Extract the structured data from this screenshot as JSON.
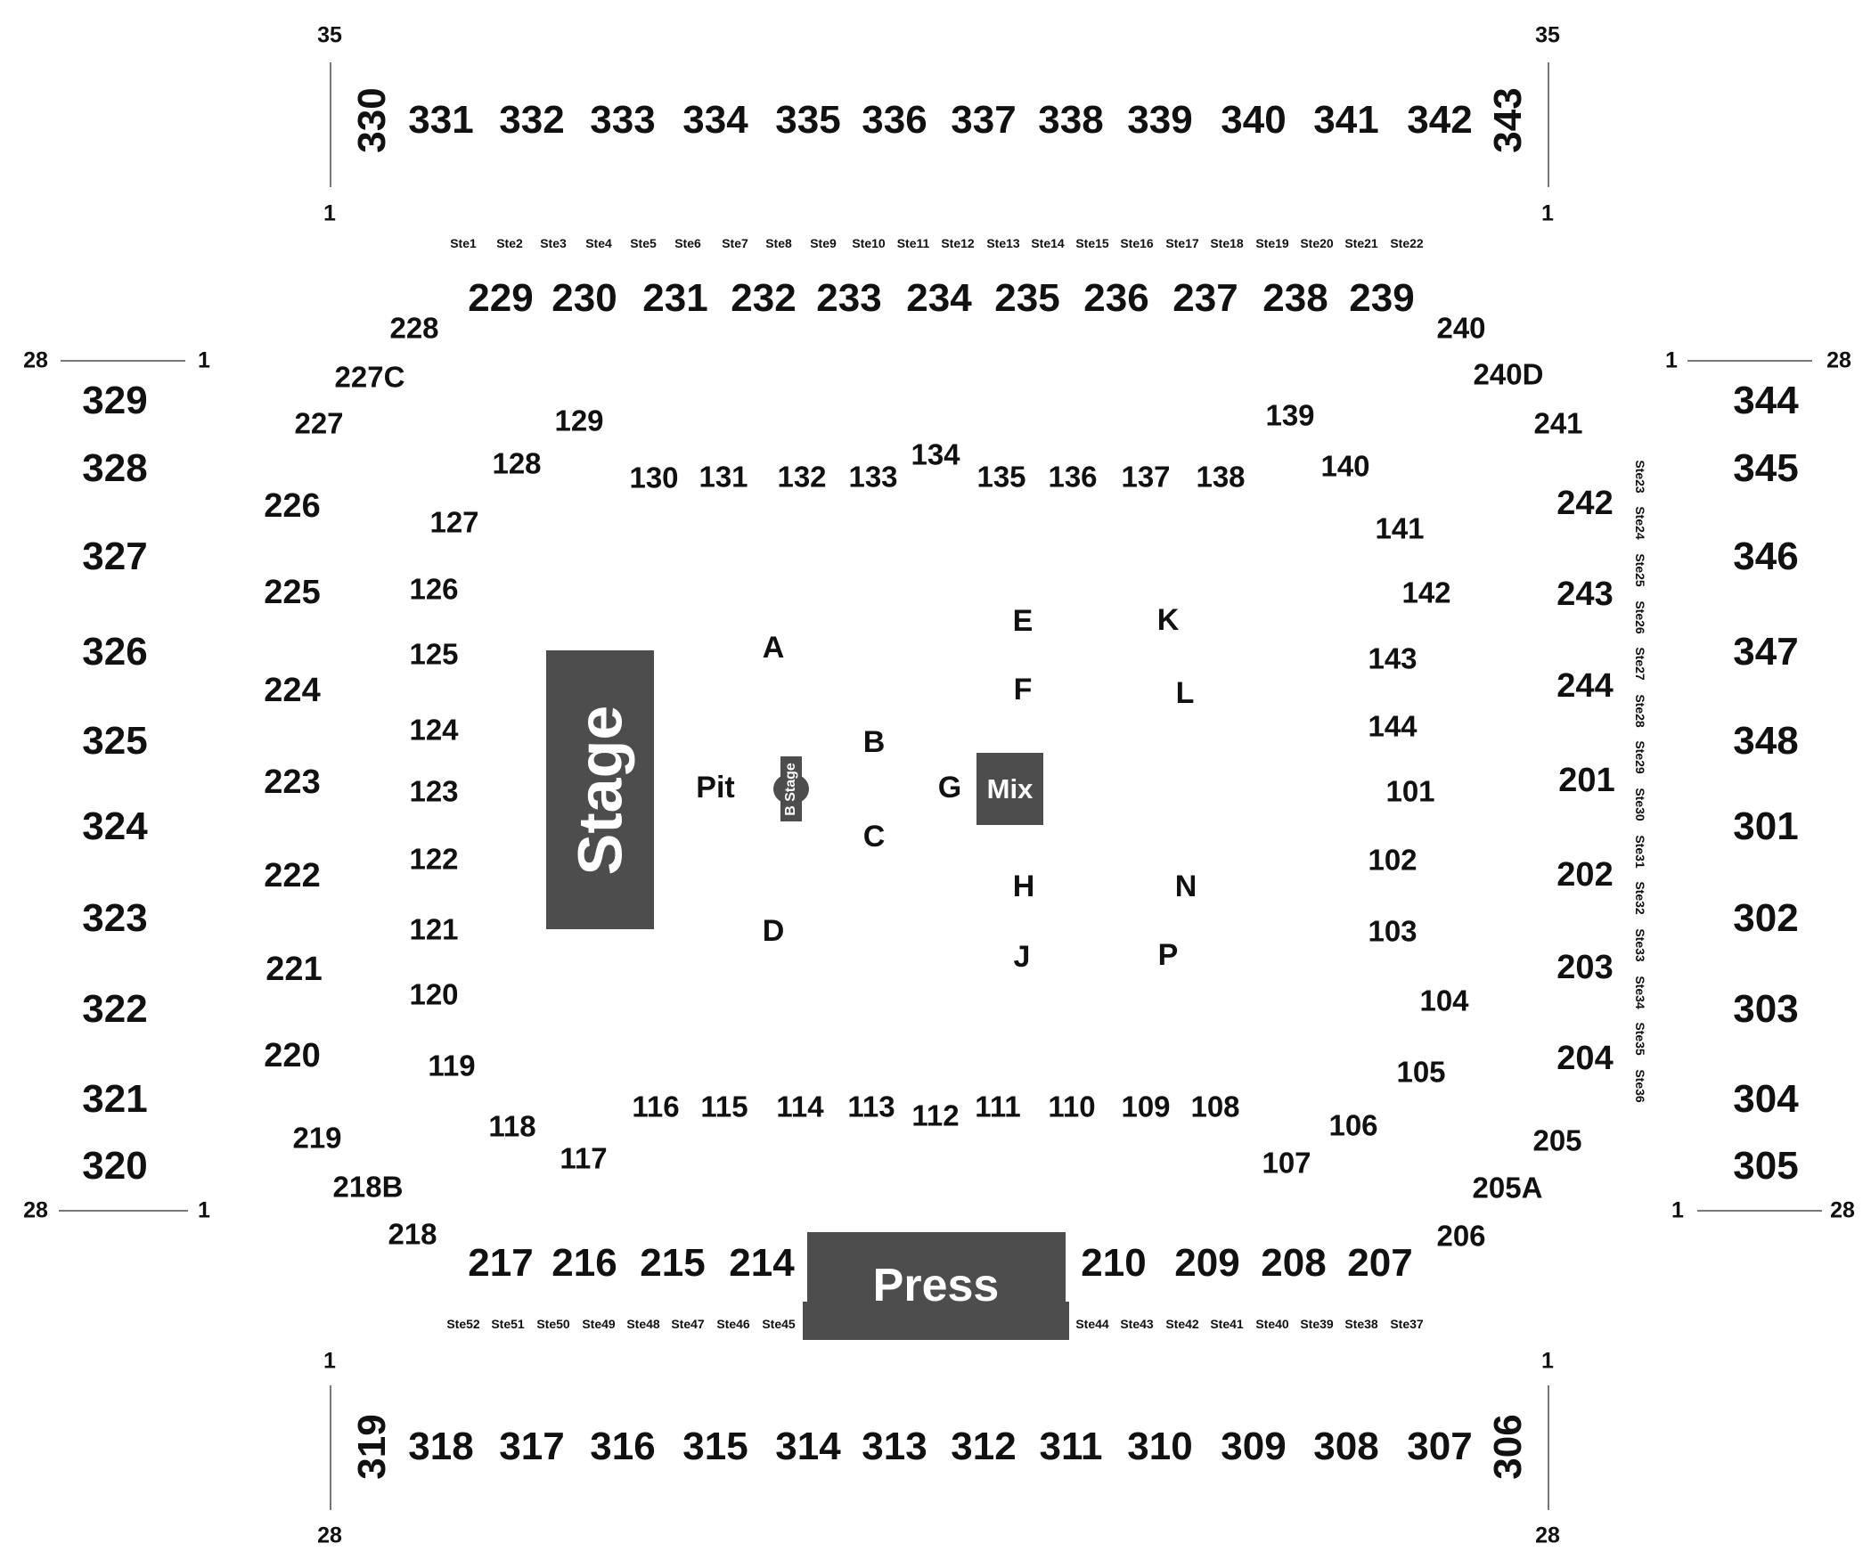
{
  "venue_map": {
    "stage_label": "Stage",
    "press_label": "Press",
    "mix_label": "Mix",
    "bstage_label": "B Stage",
    "pit_label": "Pit",
    "colors": {
      "block": "#4d4d4d",
      "text": "#111111",
      "line": "#777777"
    },
    "row_markers": {
      "top_left_top": "35",
      "top_left_bottom": "1",
      "top_right_top": "35",
      "top_right_bottom": "1",
      "bottom_left_top": "1",
      "bottom_left_bottom": "28",
      "bottom_right_top": "1",
      "bottom_right_bottom": "28",
      "left_upper_outer": "28",
      "left_upper_inner": "1",
      "right_upper_inner": "1",
      "right_upper_outer": "28",
      "left_lower_outer": "28",
      "left_lower_inner": "1",
      "right_lower_inner": "1",
      "right_lower_outer": "28"
    },
    "upper_top": [
      "330",
      "331",
      "332",
      "333",
      "334",
      "335",
      "336",
      "337",
      "338",
      "339",
      "340",
      "341",
      "342",
      "343"
    ],
    "upper_bottom": [
      "319",
      "318",
      "317",
      "316",
      "315",
      "314",
      "313",
      "312",
      "311",
      "310",
      "309",
      "308",
      "307",
      "306"
    ],
    "upper_left": [
      "329",
      "328",
      "327",
      "326",
      "325",
      "324",
      "323",
      "322",
      "321",
      "320"
    ],
    "upper_right": [
      "344",
      "345",
      "346",
      "347",
      "348",
      "301",
      "302",
      "303",
      "304",
      "305"
    ],
    "mid_top": [
      "229",
      "230",
      "231",
      "232",
      "233",
      "234",
      "235",
      "236",
      "237",
      "238",
      "239"
    ],
    "mid_bottom": [
      "217",
      "216",
      "215",
      "214",
      "210",
      "209",
      "208",
      "207"
    ],
    "mid_left": [
      "228",
      "227C",
      "227",
      "226",
      "225",
      "224",
      "223",
      "222",
      "221",
      "220",
      "219",
      "218B",
      "218"
    ],
    "mid_right": [
      "240",
      "240D",
      "241",
      "242",
      "243",
      "244",
      "201",
      "202",
      "203",
      "204",
      "205",
      "205A",
      "206"
    ],
    "floor_top": [
      "130",
      "131",
      "132",
      "133",
      "134",
      "135",
      "136",
      "137",
      "138"
    ],
    "floor_bottom": [
      "116",
      "115",
      "114",
      "113",
      "112",
      "111",
      "110",
      "109",
      "108"
    ],
    "floor_left": [
      "129",
      "128",
      "127",
      "126",
      "125",
      "124",
      "123",
      "122",
      "121",
      "120",
      "119",
      "118",
      "117"
    ],
    "floor_right": [
      "139",
      "140",
      "141",
      "142",
      "143",
      "144",
      "101",
      "102",
      "103",
      "104",
      "105",
      "106",
      "107"
    ],
    "floor_sections": [
      "A",
      "B",
      "C",
      "D",
      "E",
      "F",
      "G",
      "H",
      "J",
      "K",
      "L",
      "N",
      "P"
    ],
    "suites_top": [
      "Ste1",
      "Ste2",
      "Ste3",
      "Ste4",
      "Ste5",
      "Ste6",
      "Ste7",
      "Ste8",
      "Ste9",
      "Ste10",
      "Ste11",
      "Ste12",
      "Ste13",
      "Ste14",
      "Ste15",
      "Ste16",
      "Ste17",
      "Ste18",
      "Ste19",
      "Ste20",
      "Ste21",
      "Ste22"
    ],
    "suites_right": [
      "Ste23",
      "Ste24",
      "Ste25",
      "Ste26",
      "Ste27",
      "Ste28",
      "Ste29",
      "Ste30",
      "Ste31",
      "Ste32",
      "Ste33",
      "Ste34",
      "Ste35",
      "Ste36"
    ],
    "suites_bottom": [
      "Ste52",
      "Ste51",
      "Ste50",
      "Ste49",
      "Ste48",
      "Ste47",
      "Ste46",
      "Ste45",
      "Ste44",
      "Ste43",
      "Ste42",
      "Ste41",
      "Ste40",
      "Ste39",
      "Ste38",
      "Ste37"
    ]
  }
}
